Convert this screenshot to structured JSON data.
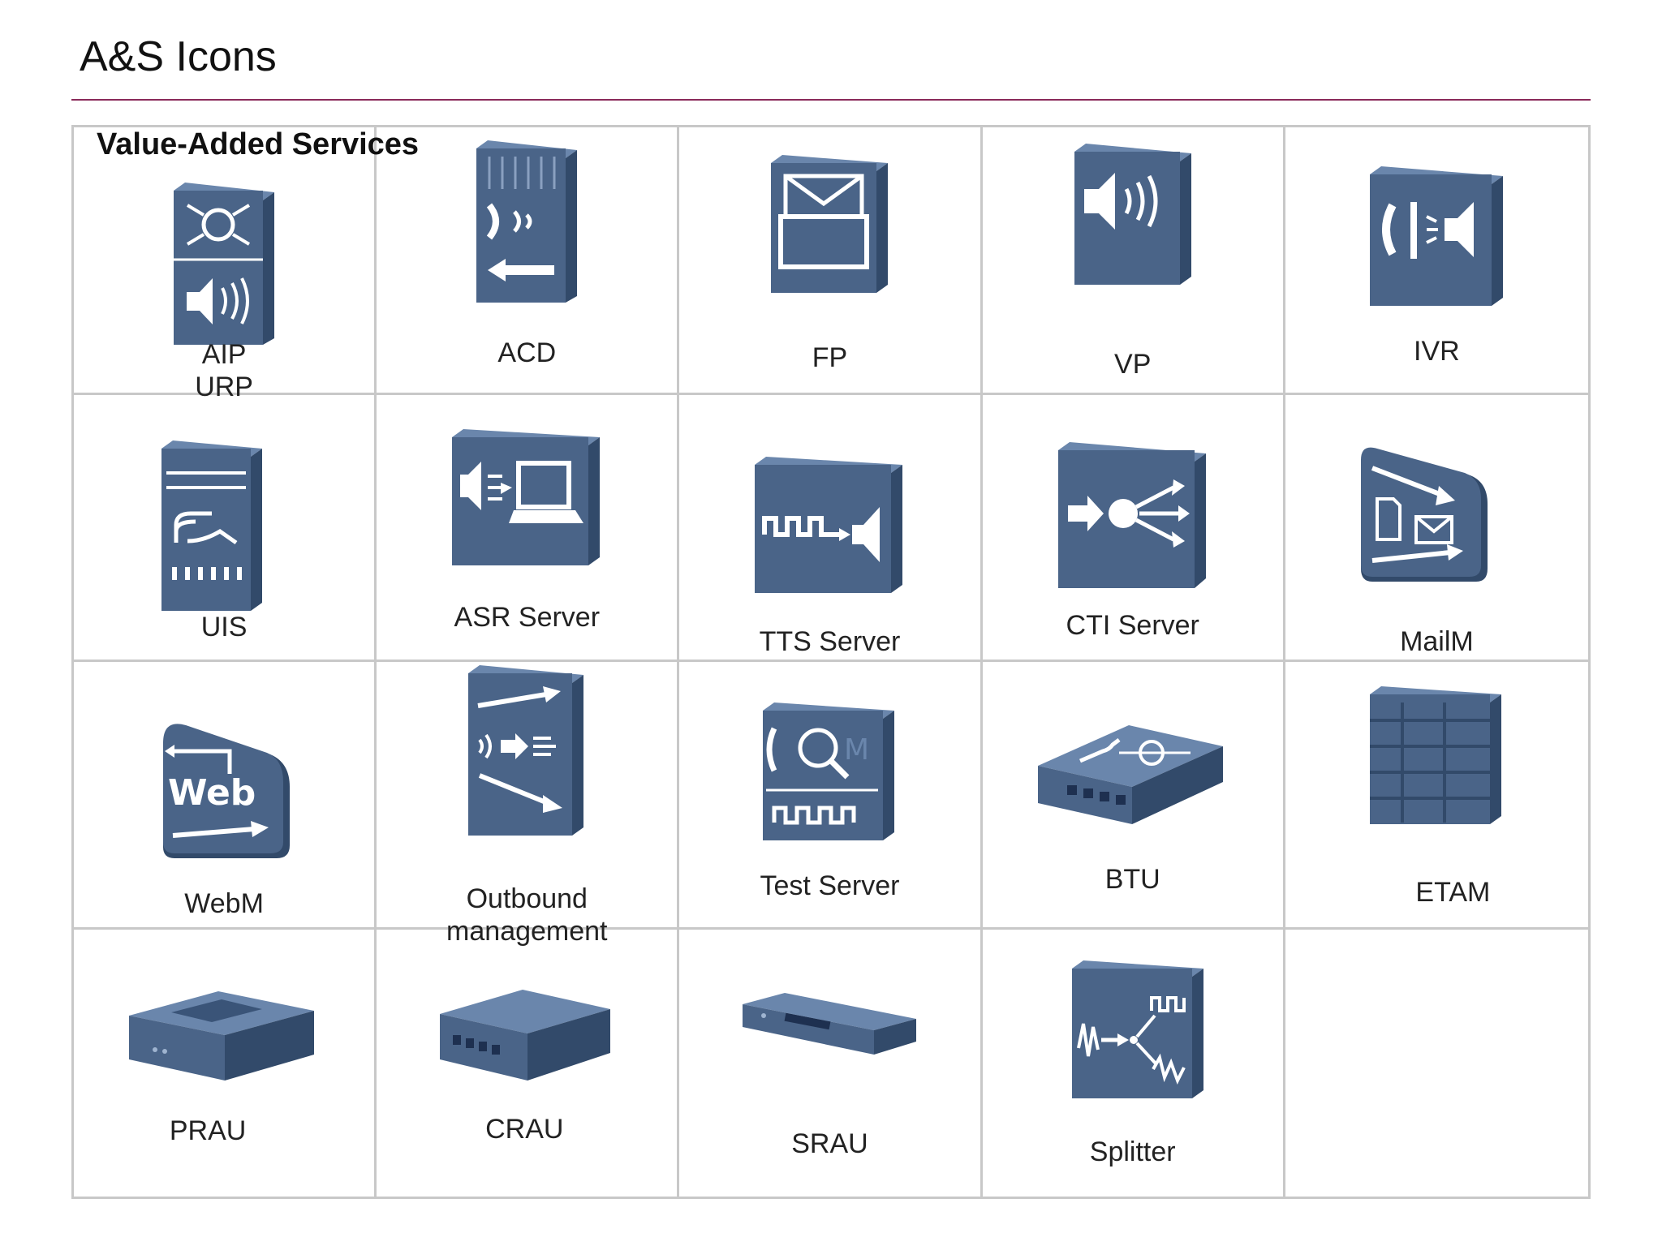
{
  "page": {
    "title": "A&S Icons"
  },
  "section": {
    "title": "Value-Added Services"
  },
  "icons": [
    {
      "label": "AIP\nURP",
      "icon": "aip-urp-icon"
    },
    {
      "label": "ACD",
      "icon": "acd-icon"
    },
    {
      "label": "FP",
      "icon": "fp-icon"
    },
    {
      "label": "VP",
      "icon": "vp-icon"
    },
    {
      "label": "IVR",
      "icon": "ivr-icon"
    },
    {
      "label": "UIS",
      "icon": "uis-icon"
    },
    {
      "label": "ASR Server",
      "icon": "asr-server-icon"
    },
    {
      "label": "TTS Server",
      "icon": "tts-server-icon"
    },
    {
      "label": "CTI Server",
      "icon": "cti-server-icon"
    },
    {
      "label": "MailM",
      "icon": "mailm-icon"
    },
    {
      "label": "WebM",
      "icon": "webm-icon"
    },
    {
      "label": "Outbound\nmanagement",
      "icon": "outbound-management-icon"
    },
    {
      "label": "Test Server",
      "icon": "test-server-icon"
    },
    {
      "label": "BTU",
      "icon": "btu-icon"
    },
    {
      "label": "ETAM",
      "icon": "etam-icon"
    },
    {
      "label": "PRAU",
      "icon": "prau-icon"
    },
    {
      "label": "CRAU",
      "icon": "crau-icon"
    },
    {
      "label": "SRAU",
      "icon": "srau-icon"
    },
    {
      "label": "Splitter",
      "icon": "splitter-icon"
    }
  ],
  "colors": {
    "icon_face": "#4a6488",
    "icon_side": "#324a6a",
    "icon_top": "#6a86ac",
    "rule": "#8a2a5a",
    "grid": "#c8c8c8"
  }
}
